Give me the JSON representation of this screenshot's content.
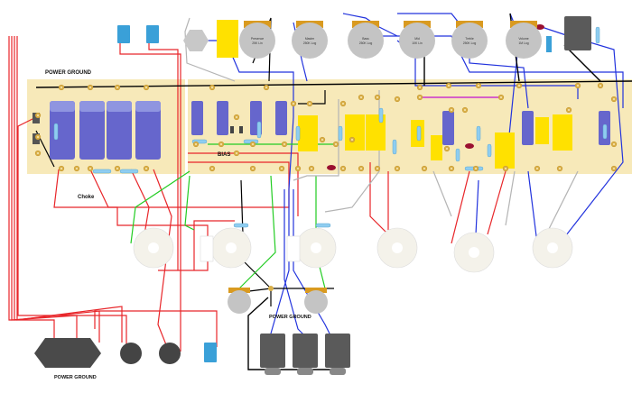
{
  "labels": {
    "power_ground_top": "POWER GROUND",
    "power_ground_mid": "POWER GROUND",
    "power_ground_bottom": "POWER GROUND",
    "choke": "Choke",
    "bias": "BIAS"
  },
  "pots": [
    {
      "name": "Presence",
      "value": "25K Lin"
    },
    {
      "name": "Master",
      "value": "250K Log"
    },
    {
      "name": "Bass",
      "value": "250K Log"
    },
    {
      "name": "Mid",
      "value": "10K Lin"
    },
    {
      "name": "Treble",
      "value": "250K Log"
    },
    {
      "name": "Volume",
      "value": "1M Log"
    }
  ],
  "colors": {
    "board": "#f7e9b9",
    "turret": "#d9b04a",
    "filter_cap": "#6666cc",
    "film_cap": "#ffe100",
    "resistor": "#8fcdf0",
    "pot": "#c4c4c4",
    "wire_red": "#e8262a",
    "wire_blue": "#2233dd",
    "wire_green": "#22cc22",
    "wire_black": "#000000",
    "wire_gray": "#b4b4b4",
    "wire_magenta": "#cc33cc"
  }
}
